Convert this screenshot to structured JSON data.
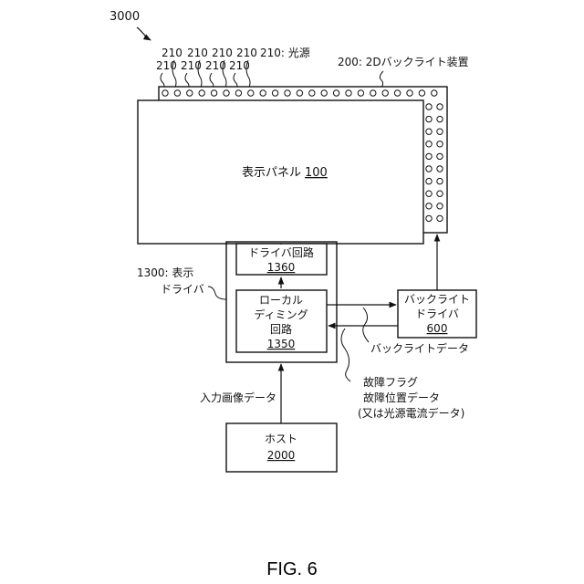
{
  "diagram_label": "3000",
  "light_source_labels": {
    "top_row": [
      "210",
      "210",
      "210",
      "210"
    ],
    "light_source_label": "210: 光源",
    "bottom_row": [
      "210",
      "210",
      "210",
      "210"
    ]
  },
  "backlight_device_label": "200: 2Dバックライト装置",
  "display_panel": {
    "label": "表示パネル",
    "ref": "100"
  },
  "display_driver_label": {
    "line1": "1300: 表示",
    "line2": "ドライバ"
  },
  "driver_circuit": {
    "label": "ドライバ回路",
    "ref": "1360"
  },
  "local_dimming": {
    "line1": "ローカル",
    "line2": "ディミング",
    "line3": "回路",
    "ref": "1350"
  },
  "backlight_driver": {
    "line1": "バックライト",
    "line2": "ドライバ",
    "ref": "600"
  },
  "backlight_data_label": "バックライトデータ",
  "fault_labels": [
    "故障フラグ",
    "故障位置データ",
    "(又は光源電流データ)"
  ],
  "input_image_label": "入力画像データ",
  "host": {
    "label": "ホスト",
    "ref": "2000"
  },
  "figure_caption": "FIG. 6"
}
